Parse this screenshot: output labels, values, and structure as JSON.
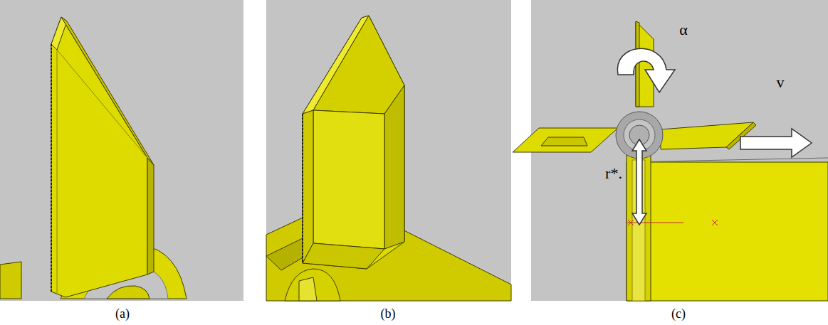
{
  "diagram": {
    "labels": [
      "(a)",
      "(b)",
      "(c)",
      "α",
      "v",
      "r*."
    ]
  }
}
